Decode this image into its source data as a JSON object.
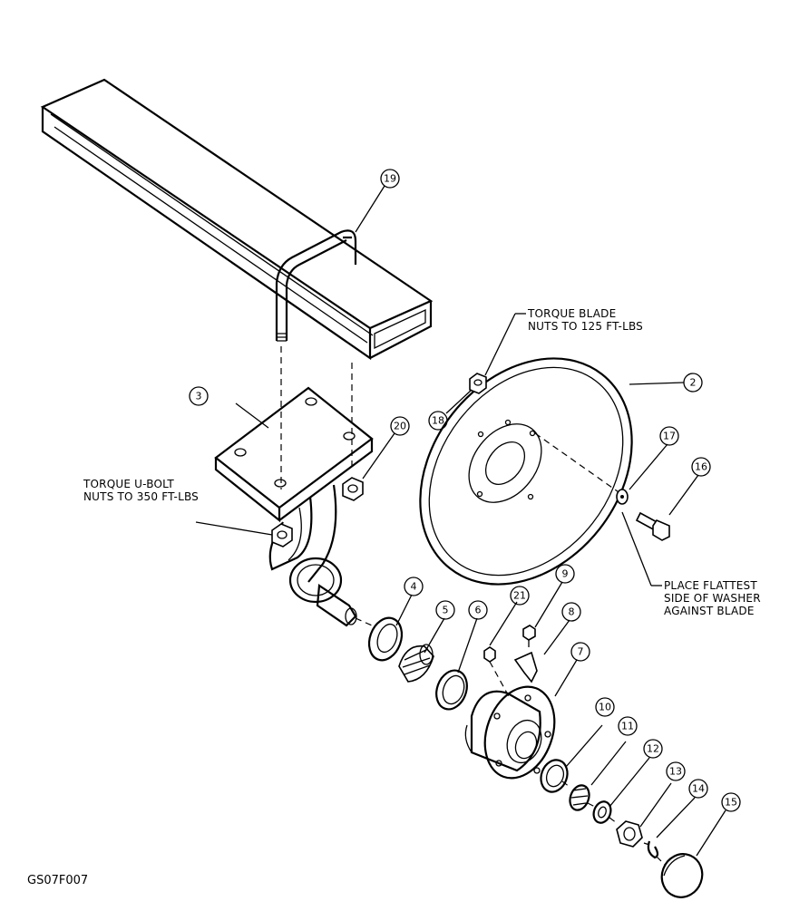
{
  "drawing": {
    "code": "GS07F007",
    "notes": {
      "blade_torque_line1": "TORQUE BLADE",
      "blade_torque_line2": "NUTS TO 125 FT-LBS",
      "ubolt_torque_line1": "TORQUE U-BOLT",
      "ubolt_torque_line2": "NUTS TO 350 FT-LBS",
      "washer_line1": "PLACE FLATTEST",
      "washer_line2": "SIDE OF WASHER",
      "washer_line3": "AGAINST BLADE"
    },
    "callouts": [
      "2",
      "3",
      "4",
      "5",
      "6",
      "7",
      "8",
      "9",
      "10",
      "11",
      "12",
      "13",
      "14",
      "15",
      "16",
      "17",
      "18",
      "19",
      "20",
      "21"
    ]
  }
}
